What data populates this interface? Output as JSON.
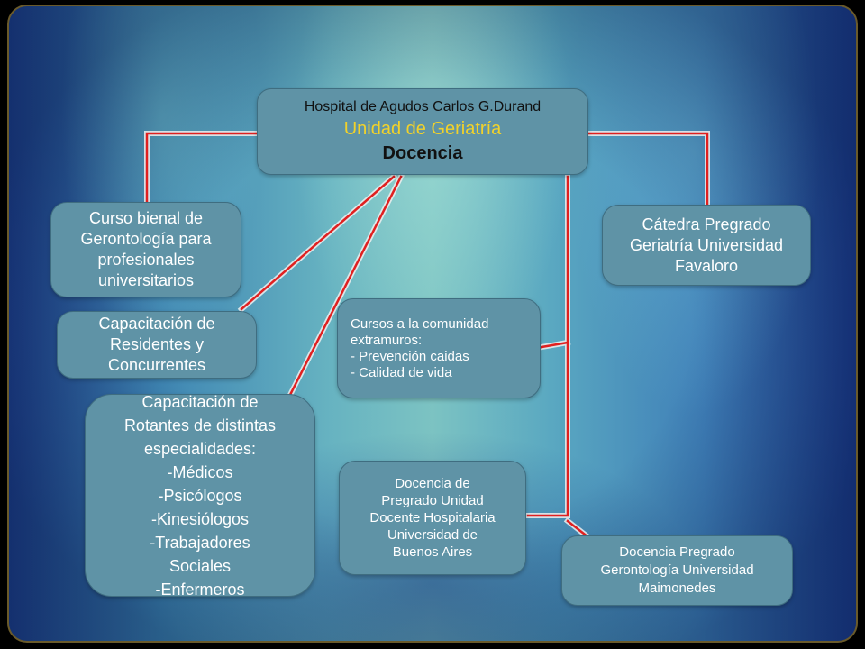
{
  "diagram": {
    "root": {
      "line1": "Hospital de Agudos Carlos G.Durand",
      "line2": "Unidad de Geriatría",
      "line3": "Docencia"
    },
    "nodes": {
      "curso_bienal": [
        "Curso bienal de",
        "Gerontología para",
        "profesionales",
        "universitarios"
      ],
      "catedra": [
        "Cátedra Pregrado",
        "Geriatría Universidad",
        "Favaloro"
      ],
      "residentes": [
        "Capacitación de",
        "Residentes y",
        "Concurrentes"
      ],
      "cursos_comunidad": [
        "Cursos a la comunidad",
        "extramuros:",
        "- Prevención caidas",
        "- Calidad de vida"
      ],
      "rotantes": [
        "Capacitación de",
        "Rotantes de distintas",
        "especialidades:",
        "-Médicos",
        "-Psicólogos",
        "-Kinesiólogos",
        "-Trabajadores",
        "Sociales",
        "-Enfermeros"
      ],
      "uba": [
        "Docencia de",
        "Pregrado Unidad",
        "Docente Hospitalaria",
        "Universidad de",
        "Buenos Aires"
      ],
      "maimonides": [
        "Docencia Pregrado",
        "Gerontología Universidad",
        "Maimonedes"
      ]
    },
    "colors": {
      "connector": "#e02020",
      "connector_glow": "#ffffff",
      "box_fill": "#5f93a6",
      "title_accent": "#f2d22a"
    }
  }
}
